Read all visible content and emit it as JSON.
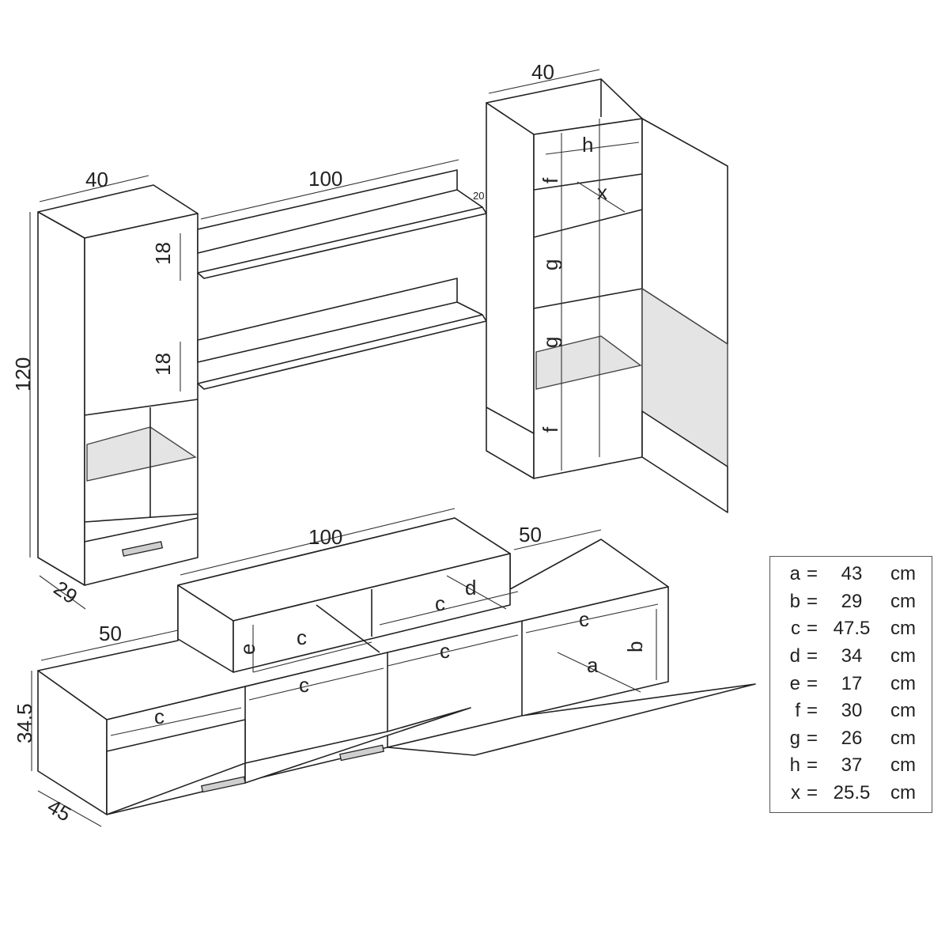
{
  "dimensions": {
    "left_cabinet_width": "40",
    "left_cabinet_height": "120",
    "left_cabinet_depth": "29",
    "shelf_spacing_upper": "18",
    "shelf_spacing_lower": "18",
    "shelf_width": "100",
    "shelf_depth": "20",
    "right_cabinet_width": "40",
    "tv_top_width": "100",
    "tv_right_width": "50",
    "tv_left_width": "50",
    "tv_height": "34.5",
    "tv_depth": "45"
  },
  "inner_labels": {
    "h": "h",
    "f_top": "f",
    "x": "x",
    "g_mid": "g",
    "g_low": "g",
    "f_bottom": "f",
    "d": "d",
    "c_top_right": "c",
    "e": "e",
    "c_top_left": "c",
    "c_right": "c",
    "b": "b",
    "a": "a",
    "c_mid_right": "c",
    "c_mid_left": "c",
    "c_left": "c"
  },
  "legend": [
    {
      "key": "a",
      "eq": "=",
      "value": "43",
      "unit": "cm"
    },
    {
      "key": "b",
      "eq": "=",
      "value": "29",
      "unit": "cm"
    },
    {
      "key": "c",
      "eq": "=",
      "value": "47.5",
      "unit": "cm"
    },
    {
      "key": "d",
      "eq": "=",
      "value": "34",
      "unit": "cm"
    },
    {
      "key": "e",
      "eq": "=",
      "value": "17",
      "unit": "cm"
    },
    {
      "key": "f",
      "eq": "=",
      "value": "30",
      "unit": "cm"
    },
    {
      "key": "g",
      "eq": "=",
      "value": "26",
      "unit": "cm"
    },
    {
      "key": "h",
      "eq": "=",
      "value": "37",
      "unit": "cm"
    },
    {
      "key": "x",
      "eq": "=",
      "value": "25.5",
      "unit": "cm"
    }
  ]
}
